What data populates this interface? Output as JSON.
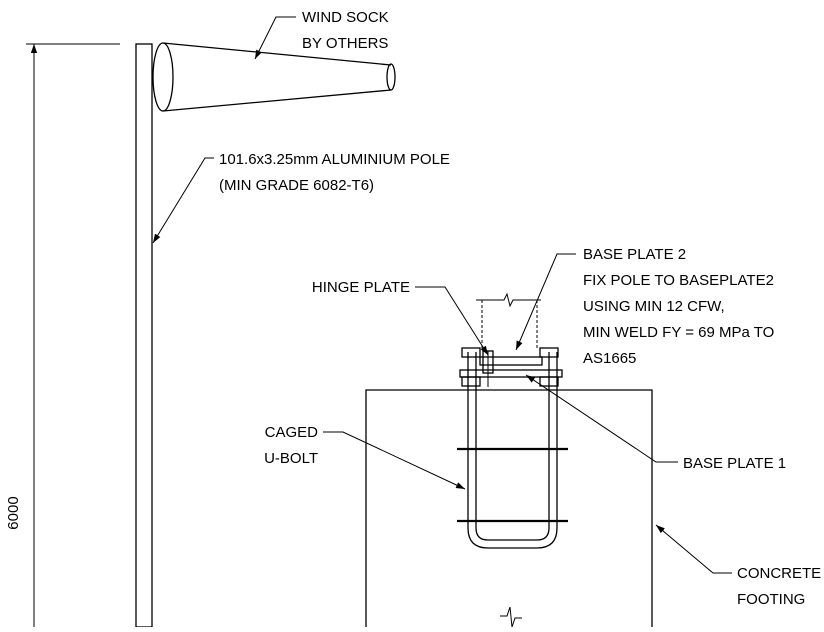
{
  "labels": {
    "wind_sock": [
      "WIND SOCK",
      "BY OTHERS"
    ],
    "pole": [
      "101.6x3.25mm ALUMINIUM POLE",
      "(MIN GRADE 6082-T6)"
    ],
    "hinge_plate": [
      "HINGE PLATE"
    ],
    "base_plate_2": [
      "BASE PLATE 2",
      "FIX POLE TO BASEPLATE2",
      "USING MIN 12 CFW,",
      "MIN WELD FY = 69 MPa TO",
      "AS1665"
    ],
    "caged_ubolt": [
      "CAGED",
      "U-BOLT"
    ],
    "base_plate_1": [
      "BASE PLATE 1"
    ],
    "concrete_footing": [
      "CONCRETE",
      "FOOTING"
    ]
  },
  "dimension": {
    "value": "6000"
  }
}
